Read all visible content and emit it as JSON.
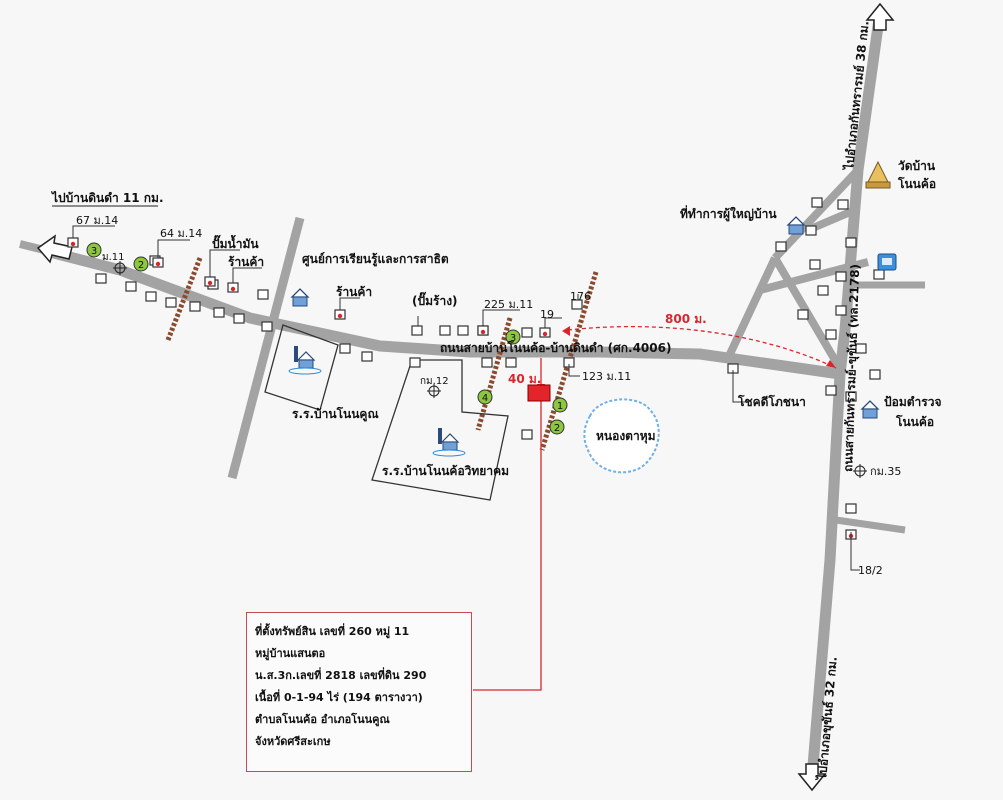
{
  "colors": {
    "road": "#a3a3a3",
    "accent": "#d9262c",
    "badge": "#8dc63f",
    "water": "#6fb0e8"
  },
  "labels": {
    "to_ban_dindam": "ไปบ้านดินดำ 11 กม.",
    "to_khukhan": "ไปอำเภอขุขันธ์ 32 กม.",
    "to_kanthararom": "ไปอำเภอกันทรารมย์ 38 กม.",
    "h67": "67 ม.14",
    "h64": "64 ม.14",
    "mo11": "ม.11",
    "gas_station": "ปั๊มน้ำมัน",
    "shop1": "ร้านค้า",
    "shop2": "ร้านค้า",
    "learning_center": "ศูนย์การเรียนรู้และการสาธิต",
    "abandoned_pump": "(ปั๊มร้าง)",
    "h225": "225 ม.11",
    "h176": "176",
    "h19": "19",
    "dist800": "800 ม.",
    "main_road": "ถนนสายบ้านโนนค้อ-บ้านดินดำ (ศก.4006)",
    "dist40": "40 ม.",
    "h123": "123 ม.11",
    "km12": "กม.12",
    "school1": "ร.ร.บ้านโนนคูณ",
    "school2": "ร.ร.บ้านโนนค้อวิทยาคม",
    "pond": "หนองตาหุม",
    "headman_office": "ที่ทำการผู้ใหญ่บ้าน",
    "temple_1": "วัดบ้าน",
    "temple_2": "โนนค้อ",
    "highway": "ถนนสายกันทรารมย์-ขุขันธ์ (ทล.2178)",
    "police_1": "ป้อมตำรวจ",
    "police_2": "โนนค้อ",
    "market": "โชคดีโภชนา",
    "km35": "กม.35",
    "h18": "18/2",
    "badge1": "1",
    "badge2": "2",
    "badge3": "3",
    "badge4": "4"
  },
  "info": {
    "line1": "ที่ตั้งทรัพย์สิน เลขที่ 260 หมู่ 11",
    "line2": "หมู่บ้านแสนตอ",
    "line3": "น.ส.3ก.เลขที่ 2818 เลขที่ดิน 290",
    "line4": "เนื้อที่ 0-1-94 ไร่ (194 ตารางวา)",
    "line5": "ตำบลโนนค้อ อำเภอโนนคูณ",
    "line6": "จังหวัดศรีสะเกษ"
  }
}
